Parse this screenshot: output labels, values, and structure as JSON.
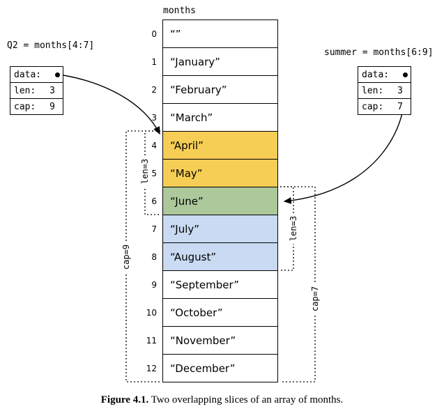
{
  "array": {
    "label": "months",
    "cells": [
      {
        "index": "0",
        "value": "“”"
      },
      {
        "index": "1",
        "value": "“January”"
      },
      {
        "index": "2",
        "value": "“February”"
      },
      {
        "index": "3",
        "value": "“March”"
      },
      {
        "index": "4",
        "value": "“April”"
      },
      {
        "index": "5",
        "value": "“May”"
      },
      {
        "index": "6",
        "value": "“June”"
      },
      {
        "index": "7",
        "value": "“July”"
      },
      {
        "index": "8",
        "value": "“August”"
      },
      {
        "index": "9",
        "value": "“September”"
      },
      {
        "index": "10",
        "value": "“October”"
      },
      {
        "index": "11",
        "value": "“November”"
      },
      {
        "index": "12",
        "value": "“December”"
      }
    ]
  },
  "q2": {
    "title": "Q2 = months[4:7]",
    "data_label": "data:",
    "len_label": "len:",
    "len_value": "3",
    "cap_label": "cap:",
    "cap_value": "9",
    "len_bracket": "len=3",
    "cap_bracket": "cap=9"
  },
  "summer": {
    "title": "summer = months[6:9]",
    "data_label": "data:",
    "len_label": "len:",
    "len_value": "3",
    "cap_label": "cap:",
    "cap_value": "7",
    "len_bracket": "len=3",
    "cap_bracket": "cap=7"
  },
  "caption": {
    "label": "Figure 4.1.",
    "text": "Two overlapping slices of an array of months."
  },
  "colors": {
    "q2_only": "#f6ce55",
    "overlap": "#adc99c",
    "summer_only": "#c9daf2"
  }
}
